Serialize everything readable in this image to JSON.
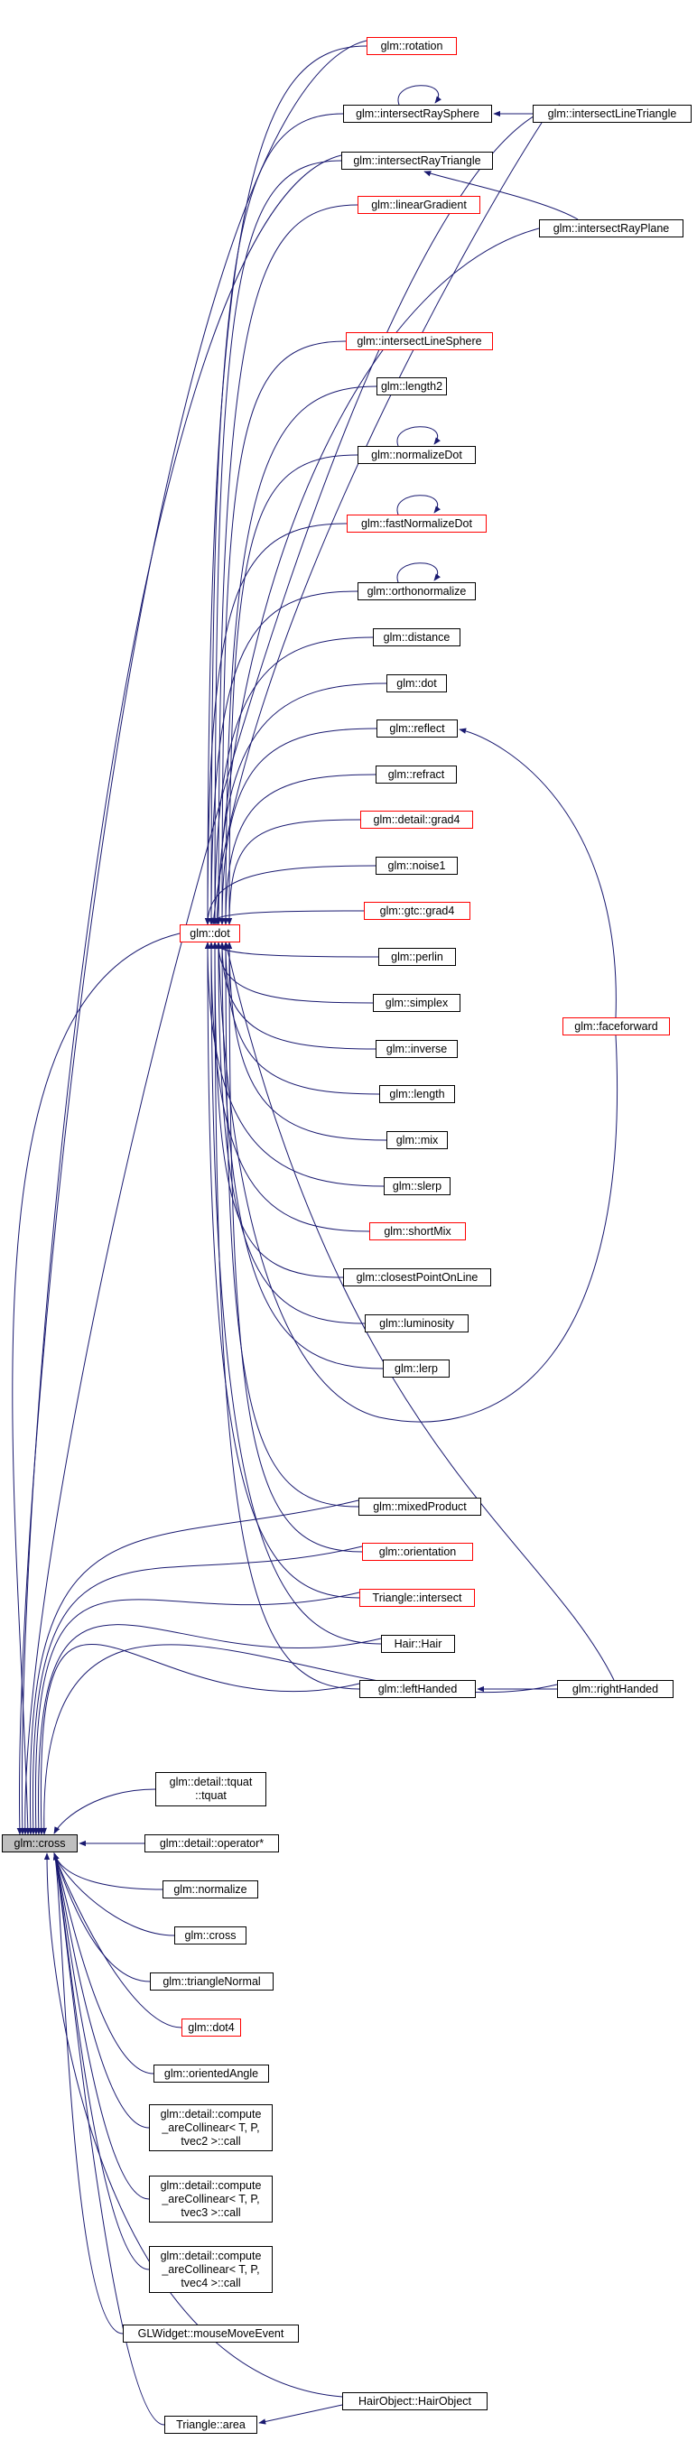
{
  "colors": {
    "edge": "#191970",
    "box": "#000000",
    "box_red": "#ff0000",
    "root_fill": "#bfbfbf"
  },
  "nodes": {
    "cross_root": "glm::cross",
    "tquat": "glm::detail::tquat\n::tquat",
    "operator_star": "glm::detail::operator*",
    "normalize": "glm::normalize",
    "cross2": "glm::cross",
    "triangleNormal": "glm::triangleNormal",
    "dot4": "glm::dot4",
    "orientedAngle": "glm::orientedAngle",
    "collinear2": "glm::detail::compute\n_areCollinear< T, P,\n tvec2 >::call",
    "collinear3": "glm::detail::compute\n_areCollinear< T, P,\n tvec3 >::call",
    "collinear4": "glm::detail::compute\n_areCollinear< T, P,\n tvec4 >::call",
    "mouseMove": "GLWidget::mouseMoveEvent",
    "triArea": "Triangle::area",
    "hairObject": "HairObject::HairObject",
    "dot": "glm::dot",
    "rotation": "glm::rotation",
    "irSphere": "glm::intersectRaySphere",
    "irTriangle": "glm::intersectRayTriangle",
    "linearGradient": "glm::linearGradient",
    "ilSphere": "glm::intersectLineSphere",
    "length2": "glm::length2",
    "normalizeDot": "glm::normalizeDot",
    "fastNormalizeDot": "glm::fastNormalizeDot",
    "orthonormalize": "glm::orthonormalize",
    "distance": "glm::distance",
    "dot2": "glm::dot",
    "reflect": "glm::reflect",
    "refract": "glm::refract",
    "detailGrad4": "glm::detail::grad4",
    "noise1": "glm::noise1",
    "gtcGrad4": "glm::gtc::grad4",
    "perlin": "glm::perlin",
    "simplex": "glm::simplex",
    "inverse": "glm::inverse",
    "length": "glm::length",
    "mix": "glm::mix",
    "slerp": "glm::slerp",
    "shortMix": "glm::shortMix",
    "closestPoint": "glm::closestPointOnLine",
    "luminosity": "glm::luminosity",
    "lerp": "glm::lerp",
    "mixedProduct": "glm::mixedProduct",
    "orientation": "glm::orientation",
    "triIntersect": "Triangle::intersect",
    "hair": "Hair::Hair",
    "leftHanded": "glm::leftHanded",
    "rightHanded": "glm::rightHanded",
    "ilTriangle": "glm::intersectLineTriangle",
    "irPlane": "glm::intersectRayPlane",
    "faceforward": "glm::faceforward"
  }
}
